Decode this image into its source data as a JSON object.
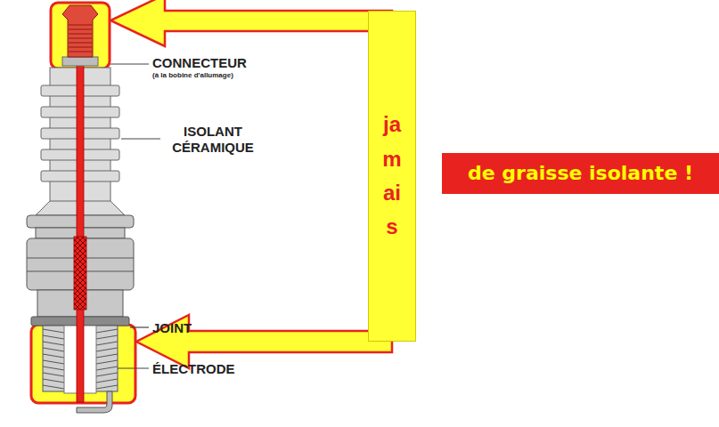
{
  "diagram": {
    "nodes": [
      {
        "text": [
          "jamais"
        ]
      },
      {
        "text": [
          "de graisse isolante !"
        ]
      }
    ],
    "labels": [
      "CONNECTEUR",
      "(à la bobine d'allumage)",
      "ISOLANT CÉRAMIQUE",
      "JOINT",
      "ÉLECTRODE"
    ]
  }
}
